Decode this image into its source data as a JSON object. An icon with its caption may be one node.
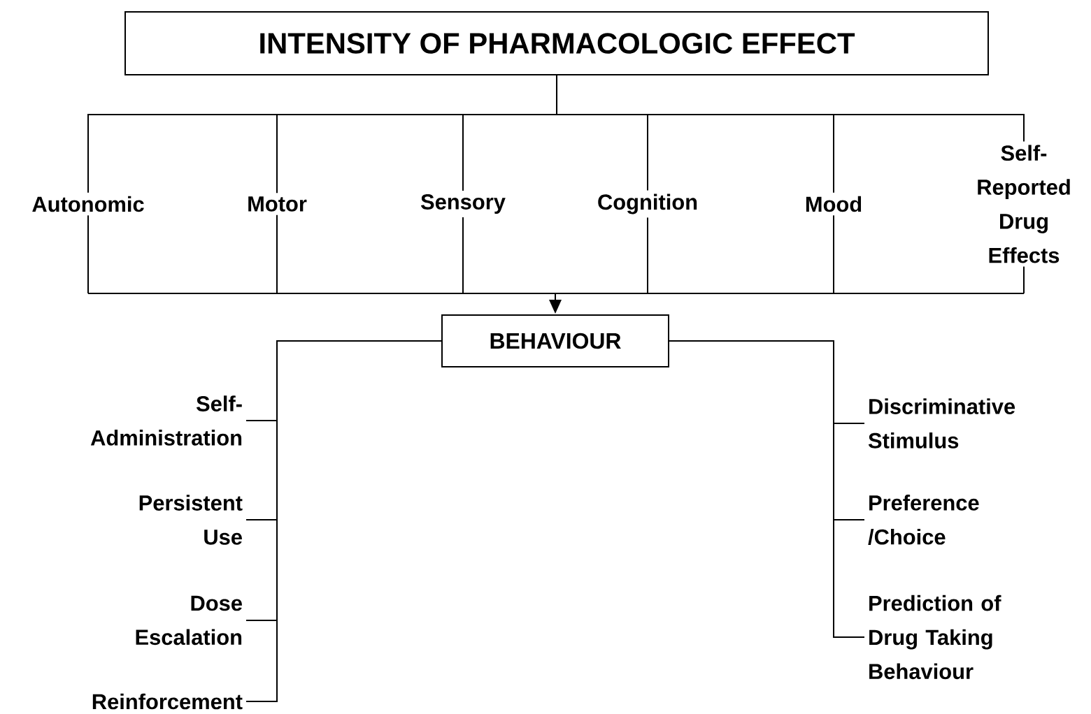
{
  "diagram": {
    "nodes": [
      {
        "text": [
          "INTENSITY OF PHARMACOLOGIC EFFECT"
        ]
      },
      {
        "text": [
          "Autonomic"
        ]
      },
      {
        "text": [
          "Motor"
        ]
      },
      {
        "text": [
          "Sensory"
        ]
      },
      {
        "text": [
          "Cognition"
        ]
      },
      {
        "text": [
          "Mood"
        ]
      },
      {
        "text": [
          "Self-Reported Drug Effects"
        ]
      },
      {
        "text": [
          "BEHAVIOUR"
        ]
      },
      {
        "text": [
          "Self-Administration"
        ]
      },
      {
        "text": [
          "Persistent Use"
        ]
      },
      {
        "text": [
          "Dose Escalation"
        ]
      },
      {
        "text": [
          "Reinforcement"
        ]
      },
      {
        "text": [
          "Discriminative Stimulus"
        ]
      },
      {
        "text": [
          "Preference /Choice"
        ]
      },
      {
        "text": [
          "Prediction of Drug Taking Behaviour"
        ]
      }
    ],
    "edges": [
      {
        "from": 0,
        "to": 1,
        "arrow": "none"
      },
      {
        "from": 0,
        "to": 2,
        "arrow": "none"
      },
      {
        "from": 0,
        "to": 3,
        "arrow": "none"
      },
      {
        "from": 0,
        "to": 4,
        "arrow": "none"
      },
      {
        "from": 0,
        "to": 5,
        "arrow": "none"
      },
      {
        "from": 0,
        "to": 6,
        "arrow": "none"
      },
      {
        "from": 1,
        "to": 7,
        "arrow": "to"
      },
      {
        "from": 2,
        "to": 7,
        "arrow": "to"
      },
      {
        "from": 3,
        "to": 7,
        "arrow": "to"
      },
      {
        "from": 4,
        "to": 7,
        "arrow": "to"
      },
      {
        "from": 5,
        "to": 7,
        "arrow": "to"
      },
      {
        "from": 6,
        "to": 7,
        "arrow": "to"
      },
      {
        "from": 7,
        "to": 8,
        "arrow": "none"
      },
      {
        "from": 7,
        "to": 9,
        "arrow": "none"
      },
      {
        "from": 7,
        "to": 10,
        "arrow": "none"
      },
      {
        "from": 7,
        "to": 11,
        "arrow": "none"
      },
      {
        "from": 7,
        "to": 12,
        "arrow": "none"
      },
      {
        "from": 7,
        "to": 13,
        "arrow": "none"
      },
      {
        "from": 7,
        "to": 14,
        "arrow": "none"
      }
    ]
  }
}
